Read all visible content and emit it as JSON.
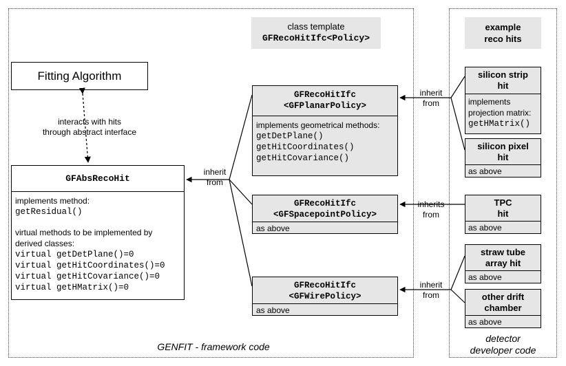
{
  "regions": {
    "framework_label": "GENFIT - framework code",
    "developer_label_1": "detector",
    "developer_label_2": "developer code"
  },
  "template_label": {
    "line1": "class template",
    "line2": "GFRecoHitIfc<Policy>"
  },
  "example_hits_label": {
    "line1": "example",
    "line2": "reco hits"
  },
  "fitting": {
    "title": "Fitting Algorithm",
    "link_line1": "interacts with hits",
    "link_line2": "through abstract interface"
  },
  "abs_hit": {
    "title": "GFAbsRecoHit",
    "impl_label": "implements method:",
    "impl_method": "getResidual()",
    "virtual_label_1": "virtual methods to be implemented by",
    "virtual_label_2": "derived classes:",
    "virtual_methods": [
      "virtual getDetPlane()=0",
      "virtual getHitCoordinates()=0",
      "virtual getHitCovariance()=0",
      "virtual getHMatrix()=0"
    ]
  },
  "inherit_labels": {
    "left_1": "inherit",
    "left_2": "from",
    "r1_1": "inherit",
    "r1_2": "from",
    "r2_1": "inherits",
    "r2_2": "from",
    "r3_1": "inherit",
    "r3_2": "from"
  },
  "policies": {
    "planar": {
      "title1": "GFRecoHitIfc",
      "title2": "<GFPlanarPolicy>",
      "desc": "implements geometrical methods:",
      "methods": [
        "getDetPlane()",
        "getHitCoordinates()",
        "getHitCovariance()"
      ]
    },
    "spacepoint": {
      "title1": "GFRecoHitIfc",
      "title2": "<GFSpacepointPolicy>",
      "desc": "as above"
    },
    "wire": {
      "title1": "GFRecoHitIfc",
      "title2": "<GFWirePolicy>",
      "desc": "as above"
    }
  },
  "hits": {
    "strip": {
      "title1": "silicon strip",
      "title2": "hit",
      "desc1": "implements",
      "desc2": "projection matrix:",
      "method": "getHMatrix()"
    },
    "pixel": {
      "title1": "silicon pixel",
      "title2": "hit",
      "desc": "as above"
    },
    "tpc": {
      "title1": "TPC",
      "title2": "hit",
      "desc": "as above"
    },
    "straw": {
      "title1": "straw tube",
      "title2": "array hit",
      "desc": "as above"
    },
    "drift": {
      "title1": "other drift",
      "title2": "chamber",
      "desc": "as above"
    }
  }
}
